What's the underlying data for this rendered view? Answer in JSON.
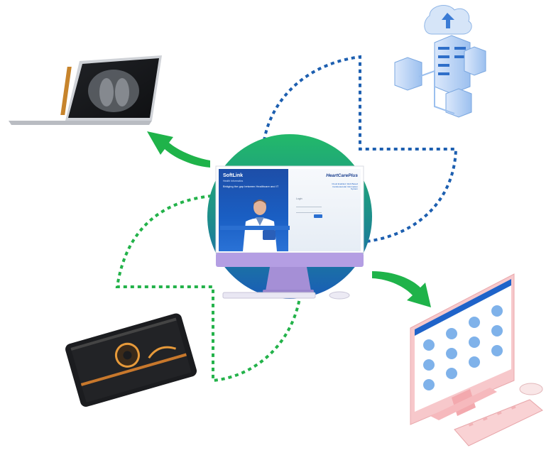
{
  "central_monitor": {
    "brand": "SoftLink",
    "brand_sub": "Health Informatics",
    "tagline": "Bridging the gap between Healthcare and IT",
    "product_logo": "HeartCarePlus",
    "product_sub": "Cloud Enabled, Web Based Cardiovascular Information System",
    "login_title": "Login",
    "icon": "doctor-with-clipboard"
  },
  "devices": [
    {
      "name": "laptop",
      "icon": "laptop-xray-icon"
    },
    {
      "name": "cloud-servers",
      "icon": "cloud-server-icon"
    },
    {
      "name": "tablet",
      "icon": "tablet-ivus-icon"
    },
    {
      "name": "pink-desktop",
      "icon": "desktop-dashboard-icon"
    }
  ],
  "colors": {
    "green_arrow": "#1fb34a",
    "blue_dots": "#1d5fb0",
    "green_dots": "#23b24a",
    "circle_top": "#21b46b",
    "circle_bottom": "#1a5fb8",
    "pink_monitor": "#f4b3b6",
    "purple_stand": "#a58fd6"
  }
}
